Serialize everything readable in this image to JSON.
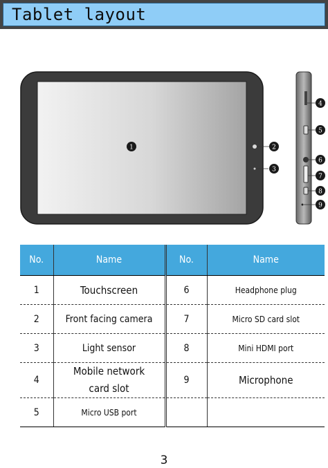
{
  "header": {
    "title": "Tablet layout"
  },
  "diagram": {
    "callouts": [
      "1",
      "2",
      "3",
      "4",
      "5",
      "6",
      "7",
      "8",
      "9"
    ]
  },
  "table": {
    "headers": [
      "No.",
      "Name",
      "No.",
      "Name"
    ],
    "rows": [
      {
        "no_left": "1",
        "name_left": "Touchscreen",
        "no_right": "6",
        "name_right": "Headphone plug"
      },
      {
        "no_left": "2",
        "name_left": "Front facing camera",
        "no_right": "7",
        "name_right": "Micro SD card slot"
      },
      {
        "no_left": "3",
        "name_left": "Light sensor",
        "no_right": "8",
        "name_right": "Mini HDMI port"
      },
      {
        "no_left": "4",
        "name_left": "Mobile network card slot",
        "no_right": "9",
        "name_right": "Microphone"
      },
      {
        "no_left": "5",
        "name_left": "Micro USB port",
        "no_right": "",
        "name_right": ""
      }
    ]
  },
  "footer": {
    "page_number": "3"
  }
}
